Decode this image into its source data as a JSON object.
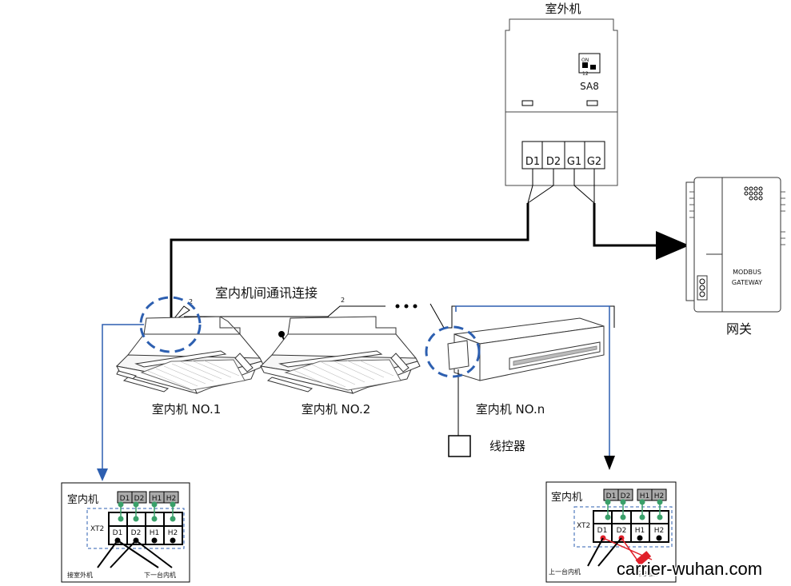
{
  "outdoor": {
    "title": "室外机",
    "dip_on": "ON",
    "dip_nums": "12",
    "switch_label": "SA8",
    "terminals": [
      "D1",
      "D2",
      "G1",
      "G2"
    ]
  },
  "gateway": {
    "line1": "MODBUS",
    "line2": "GATEWAY",
    "label": "网关"
  },
  "comm_label": "室内机间通讯连接",
  "pair_mark": "2",
  "indoor_units": [
    "室内机 NO.1",
    "室内机 NO.2",
    "室内机 NO.n"
  ],
  "controller_label": "线控器",
  "detail_left": {
    "title": "室内机",
    "top_terminals": [
      "D1",
      "D2",
      "H1",
      "H2"
    ],
    "xt_label": "XT2",
    "bottom_terminals": [
      "D1",
      "D2",
      "H1",
      "H2"
    ],
    "wire_left": "接室外机",
    "wire_right": "下一台内机"
  },
  "detail_right": {
    "title": "室内机",
    "top_terminals": [
      "D1",
      "D2",
      "H1",
      "H2"
    ],
    "xt_label": "XT2",
    "bottom_terminals": [
      "D1",
      "D2",
      "H1",
      "H2"
    ],
    "wire_left": "上一台内机",
    "wire_right": "匹配电阻"
  },
  "watermark": "carrier-wuhan.com",
  "colors": {
    "accent_blue": "#2d5fb0",
    "green": "#3aa06a",
    "red": "#e0202a"
  }
}
